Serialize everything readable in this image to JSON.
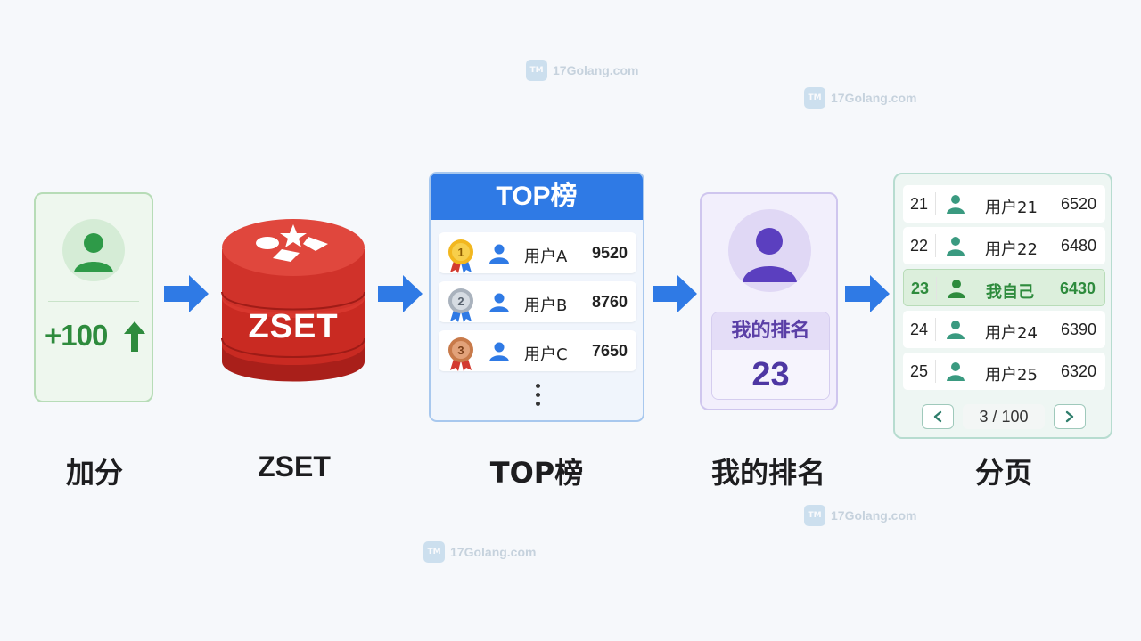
{
  "watermark": {
    "text": "17Golang.com",
    "logo_text": "TM"
  },
  "steps": {
    "add": {
      "label": "加分",
      "score_delta": "+100"
    },
    "zset": {
      "label": "ZSET",
      "cylinder_text": "ZSET"
    },
    "top": {
      "label": "TOP榜",
      "header": "TOP榜",
      "rows": [
        {
          "medal": "1",
          "name": "用户A",
          "score": "9520"
        },
        {
          "medal": "2",
          "name": "用户B",
          "score": "8760"
        },
        {
          "medal": "3",
          "name": "用户C",
          "score": "7650"
        }
      ]
    },
    "rank": {
      "label": "我的排名",
      "box_label": "我的排名",
      "value": "23"
    },
    "page": {
      "label": "分页",
      "rows": [
        {
          "rank": "21",
          "name": "用户21",
          "score": "6520"
        },
        {
          "rank": "22",
          "name": "用户22",
          "score": "6480"
        },
        {
          "rank": "23",
          "name": "我自己",
          "score": "6430",
          "highlight": true
        },
        {
          "rank": "24",
          "name": "用户24",
          "score": "6390"
        },
        {
          "rank": "25",
          "name": "用户25",
          "score": "6320"
        }
      ],
      "pager_text": "3 / 100"
    }
  },
  "colors": {
    "arrow": "#2f7ae5",
    "green": "#2e8b3d",
    "redis_red": "#d0322a",
    "top_blue": "#2f7ae5",
    "rank_purple": "#5a3fa6",
    "page_teal": "#3a9a80"
  }
}
